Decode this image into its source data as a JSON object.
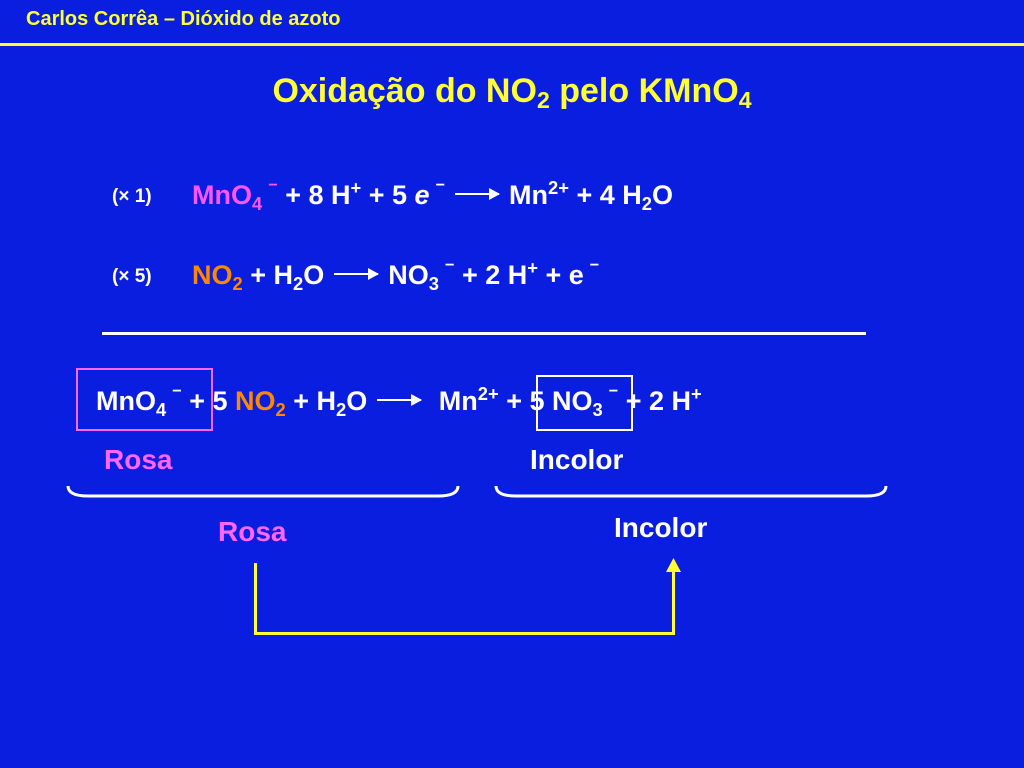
{
  "header": {
    "title": "Carlos Corrêa – Dióxido de azoto"
  },
  "title": {
    "pre": "Oxidação do NO",
    "sub1": "2",
    "mid": " pelo KMnO",
    "sub2": "4"
  },
  "eq1": {
    "mult": "(× 1)",
    "a": "MnO",
    "a_sub": "4",
    "b": "+ 8 H",
    "b_sup": "+",
    "c": " + 5 ",
    "c_e": "e",
    "d": "Mn",
    "d_sup": "2+",
    "e": " + 4 H",
    "e_sub": "2",
    "e_end": "O"
  },
  "eq2": {
    "mult": "(× 5)",
    "a": "NO",
    "a_sub": "2",
    "b": " + H",
    "b_sub": "2",
    "b_end": "O",
    "c": "NO",
    "c_sub": "3",
    "d": "+ 2 H",
    "d_sup": "+",
    "d_end": " +  e"
  },
  "net": {
    "a": "MnO",
    "a_sub": "4",
    "b": "+ 5 ",
    "b_no": "NO",
    "b_sub": "2",
    "b_end": " + H",
    "b_sub2": "2",
    "b_o": "O",
    "c": "Mn",
    "c_sup": "2+",
    "d": "+ 5 NO",
    "d_sub": "3",
    "e": "+ 2 H",
    "e_sup": "+"
  },
  "labels": {
    "rosa1": "Rosa",
    "incolor1": "Incolor",
    "rosa2": "Rosa",
    "incolor2": "Incolor"
  },
  "symbols": {
    "minus": "−"
  }
}
